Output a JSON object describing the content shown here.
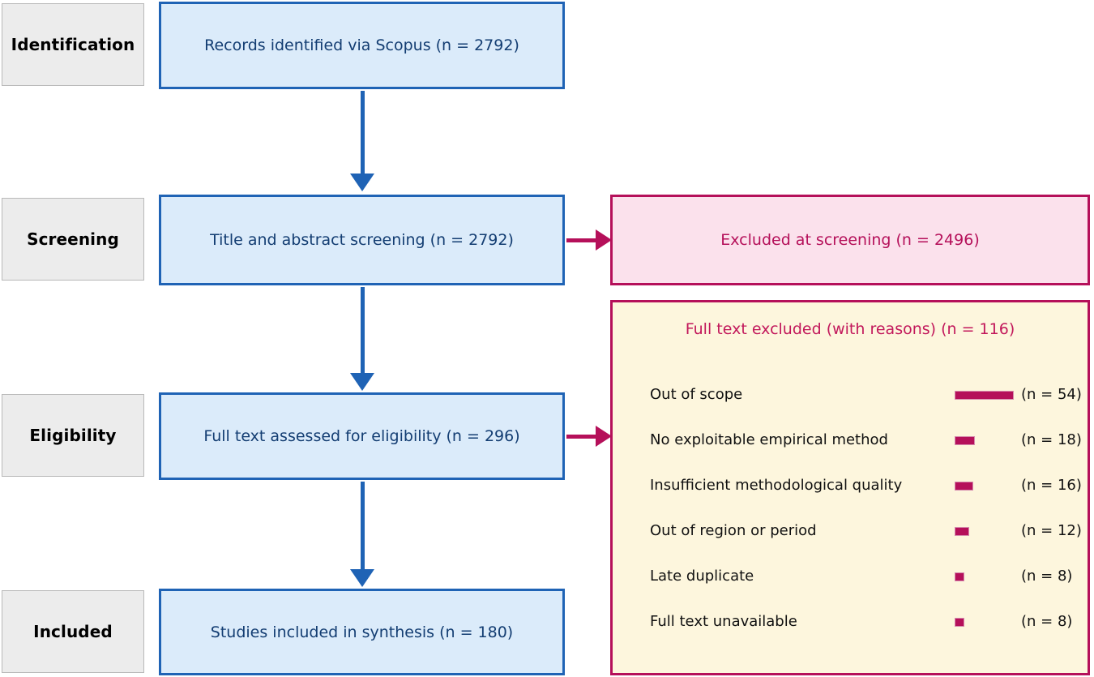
{
  "diagram": {
    "type": "prisma-flow-diagram",
    "colors": {
      "box_fill": "#dbebfa",
      "box_border": "#1f63b5",
      "box_text": "#133d72",
      "stage_fill": "#ececec",
      "stage_border": "#b9b9b9",
      "excluded_fill": "#fbe1ec",
      "excluded_border": "#b5105a",
      "excluded_text": "#b5105a",
      "reasons_fill": "#fdf6dd",
      "reasons_title": "#c2185b",
      "bar_color": "#b5105a"
    }
  },
  "stages": [
    {
      "label": "Identification"
    },
    {
      "label": "Screening"
    },
    {
      "label": "Eligibility"
    },
    {
      "label": "Included"
    }
  ],
  "flow_boxes": [
    {
      "text": "Records identified via Scopus (n = 2792)",
      "n": 2792
    },
    {
      "text": "Title and abstract screening (n = 2792)",
      "n": 2792
    },
    {
      "text": "Full text assessed for eligibility (n = 296)",
      "n": 296
    },
    {
      "text": "Studies included in synthesis (n = 180)",
      "n": 180
    }
  ],
  "excluded_box": {
    "text": "Excluded at screening (n = 2496)",
    "n": 2496
  },
  "reasons_panel": {
    "title": "Full text excluded (with reasons) (n = 116)",
    "total": 116
  },
  "chart_data": {
    "type": "bar",
    "title": "Full text excluded (with reasons) (n = 116)",
    "orientation": "horizontal",
    "categories": [
      "Out of scope",
      "No exploitable empirical method",
      "Insufficient methodological quality",
      "Out of region or period",
      "Late duplicate",
      "Full text unavailable"
    ],
    "values": [
      54,
      18,
      16,
      12,
      8,
      8
    ],
    "value_labels": [
      "(n = 54)",
      "(n = 18)",
      "(n = 16)",
      "(n = 12)",
      "(n = 8)",
      "(n = 8)"
    ],
    "xlabel": "",
    "ylabel": "",
    "xlim": [
      0,
      54
    ],
    "grid": false,
    "legend": false
  }
}
